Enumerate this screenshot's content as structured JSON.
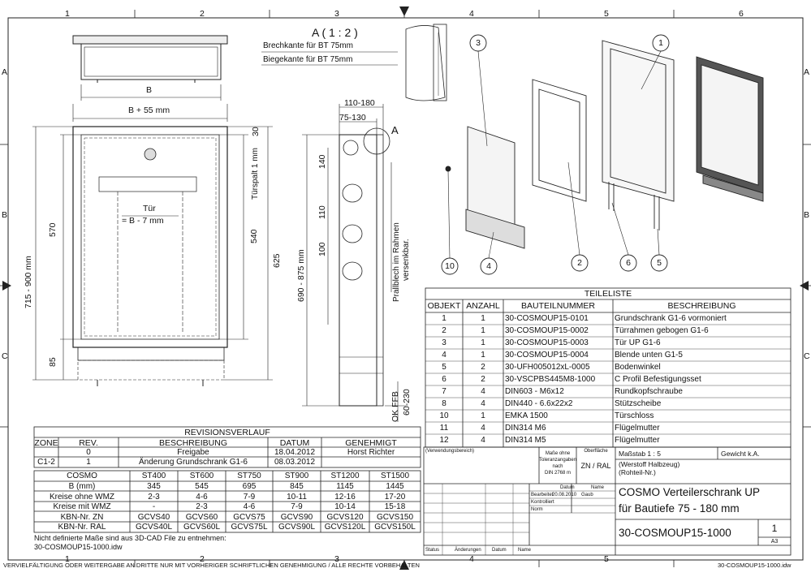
{
  "border": {
    "columns": [
      "1",
      "2",
      "3",
      "4",
      "5",
      "6"
    ],
    "rows": [
      "A",
      "B",
      "C"
    ]
  },
  "detail": {
    "title": "A ( 1 : 2 )",
    "brechkante": "Brechkante für BT 75mm",
    "biegekante": "Biegekante für BT 75mm",
    "marker": "A"
  },
  "front_view": {
    "dim_b": "B",
    "dim_b55": "B + 55 mm",
    "dim_570": "570",
    "dim_85": "85",
    "dim_715": "715 - 900 mm",
    "dim_540": "540",
    "dim_625": "625",
    "dim_30": "30",
    "door_label": "Tür",
    "door_formula": "= B - 7 mm",
    "tuerspalt": "Türspalt 1 mm"
  },
  "side_view": {
    "dim_110_180": "110-180",
    "dim_75_130": "75-130",
    "dim_690": "690 - 875 mm",
    "dim_140": "140",
    "dim_110": "110",
    "dim_100": "100",
    "prallblech": "Prallblech im Rahmen",
    "versenkbar": "versenkbar.",
    "ok_ffb": "OK FFB",
    "dim_60_230": "60-230"
  },
  "balloons": [
    "3",
    "1",
    "10",
    "4",
    "2",
    "6",
    "5"
  ],
  "parts_list": {
    "title": "TEILELISTE",
    "headers": [
      "OBJEKT",
      "ANZAHL",
      "BAUTEILNUMMER",
      "BESCHREIBUNG"
    ],
    "rows": [
      [
        "1",
        "1",
        "30-COSMOUP15-0101",
        "Grundschrank G1-6 vormoniert"
      ],
      [
        "2",
        "1",
        "30-COSMOUP15-0002",
        "Türrahmen gebogen G1-6"
      ],
      [
        "3",
        "1",
        "30-COSMOUP15-0003",
        "Tür UP G1-6"
      ],
      [
        "4",
        "1",
        "30-COSMOUP15-0004",
        "Blende unten G1-5"
      ],
      [
        "5",
        "2",
        "30-UFH005012xL-0005",
        "Bodenwinkel"
      ],
      [
        "6",
        "2",
        "30-VSCPBS445M8-1000",
        "C Profil Befestigungsset"
      ],
      [
        "7",
        "4",
        "DIN603 - M6x12",
        "Rundkopfschraube"
      ],
      [
        "8",
        "4",
        "DIN440 - 6.6x22x2",
        "Stützscheibe"
      ],
      [
        "10",
        "1",
        "EMKA 1500",
        "Türschloss"
      ],
      [
        "11",
        "4",
        "DIN314 M6",
        "Flügelmutter"
      ],
      [
        "12",
        "4",
        "DIN314 M5",
        "Flügelmutter"
      ]
    ]
  },
  "revisions": {
    "title": "REVISIONSVERLAUF",
    "headers": [
      "ZONE",
      "REV.",
      "BESCHREIBUNG",
      "DATUM",
      "GENEHMIGT"
    ],
    "rows": [
      [
        "",
        "0",
        "Freigabe",
        "18.04.2012",
        "Horst Richter"
      ],
      [
        "C1-2",
        "1",
        "Änderung Grundschrank G1-6",
        "08.03.2012",
        ""
      ]
    ]
  },
  "variants": {
    "headers": [
      "COSMO",
      "ST400",
      "ST600",
      "ST750",
      "ST900",
      "ST1200",
      "ST1500"
    ],
    "rows": [
      [
        "B (mm)",
        "345",
        "545",
        "695",
        "845",
        "1145",
        "1445"
      ],
      [
        "Kreise ohne WMZ",
        "2-3",
        "4-6",
        "7-9",
        "10-11",
        "12-16",
        "17-20"
      ],
      [
        "Kreise mit WMZ",
        "-",
        "2-3",
        "4-6",
        "7-9",
        "10-14",
        "15-18"
      ],
      [
        "KBN-Nr. ZN",
        "GCVS40",
        "GCVS60",
        "GCVS75",
        "GCVS90",
        "GCVS120",
        "GCVS150"
      ],
      [
        "KBN-Nr. RAL",
        "GCVS40L",
        "GCVS60L",
        "GCVS75L",
        "GCVS90L",
        "GCVS120L",
        "GCVS150L"
      ]
    ],
    "note1": "Nicht definierte Maße sind aus 3D-CAD File zu entnehmen:",
    "note2": "30-COSMOUP15-1000.idw"
  },
  "title_block": {
    "verwendung": "(Verwendungsbereich)",
    "toleranz": [
      "Maße ohne",
      "Toleranzangaben",
      "nach",
      "DIN 2768 m"
    ],
    "oberflaeche": "Oberfläche",
    "oberflaeche_val": "ZN / RAL",
    "massstab": "Maßstab  1 : 5",
    "gewicht": "Gewicht  k.A.",
    "werkstoff": "(Werstoff Halbzeug)",
    "rohteil": "(Rohteil-Nr.)",
    "datum_label": "Datum",
    "name_label": "Name",
    "bearb_label": "Bearbeitet",
    "bearb_datum": "20.08.2010",
    "bearb_name": "Gaub",
    "gepr_label": "Kontrolliert",
    "norm_label": "Norm",
    "title1": "COSMO Verteilerschrank UP",
    "title2": "für Bautiefe 75 - 180 mm",
    "drawing_no": "30-COSMOUP15-1000",
    "sheet": "1",
    "format": "A3",
    "status_label": "Status",
    "aenderung_label": "Änderungen",
    "datum2_label": "Datum",
    "name2_label": "Name"
  },
  "footer": {
    "copyright": "VERVIELFÄLTIGUNG ODER WEITERGABE AN DRITTE NUR MIT VORHERIGER SCHRIFTLICHEN GENEHMIGUNG / ALLE RECHTE VORBEHALTEN",
    "filename": "30-COSMOUP15-1000.idw"
  }
}
